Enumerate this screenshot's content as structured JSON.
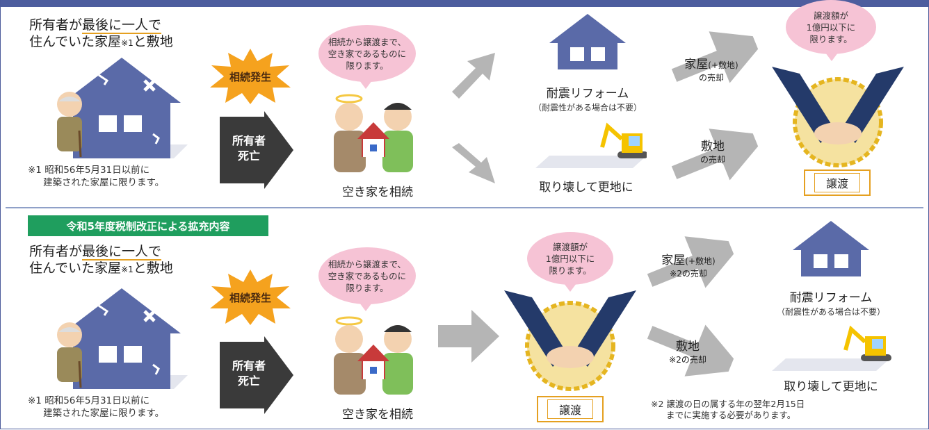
{
  "top": {
    "heading_line1_a": "所有者が",
    "heading_line1_b": "最後に一人で",
    "heading_line2_a": "住んでいた家屋",
    "heading_line2_note": "※1",
    "heading_line2_b": "と敷地",
    "burst_label": "相続発生",
    "arrow_label": "所有者\n死亡",
    "bubble_inherit": "相続から譲渡まで、\n空き家であるものに\n限ります。",
    "inherit_label": "空き家を相続",
    "note1_line1": "※1 昭和56年5月31日以前に",
    "note1_line2": "建築された家屋に限ります。",
    "reform_label": "耐震リフォーム",
    "reform_sub": "（耐震性がある場合は不要）",
    "demolish_label": "取り壊して更地に",
    "sell_house_big": "家屋",
    "sell_house_small": "(+敷地)",
    "sell_house_line2": "の売却",
    "sell_land_big": "敷地",
    "sell_land_line2": "の売却",
    "bubble_price": "譲渡額が\n1億円以下に\n限ります。",
    "transfer_label": "譲渡"
  },
  "bottom": {
    "section_title": "令和5年度税制改正による拡充内容",
    "heading_line1_a": "所有者が",
    "heading_line1_b": "最後に一人で",
    "heading_line2_a": "住んでいた家屋",
    "heading_line2_note": "※1",
    "heading_line2_b": "と敷地",
    "burst_label": "相続発生",
    "arrow_label": "所有者\n死亡",
    "bubble_inherit": "相続から譲渡まで、\n空き家であるものに\n限ります。",
    "inherit_label": "空き家を相続",
    "note1_line1": "※1 昭和56年5月31日以前に",
    "note1_line2": "建築された家屋に限ります。",
    "bubble_price": "譲渡額が\n1億円以下に\n限ります。",
    "transfer_label": "譲渡",
    "sell_house_big": "家屋",
    "sell_house_small": "(+敷地)",
    "sell_house_line2": "※2の売却",
    "sell_land_big": "敷地",
    "sell_land_line2": "※2の売却",
    "reform_label": "耐震リフォーム",
    "reform_sub": "（耐震性がある場合は不要）",
    "demolish_label": "取り壊して更地に",
    "note2_line1": "※2 譲渡の日の属する年の翌年2月15日",
    "note2_line2": "までに実施する必要があります。"
  },
  "colors": {
    "house": "#5a6aa8",
    "dark_arrow": "#3a3a3a",
    "burst": "#f5a21e",
    "bubble": "#f6c3d5",
    "gray_arrow": "#b5b5b5",
    "section_green": "#1f9e5e",
    "accent_orange": "#e5a020"
  },
  "icons": [
    "house-icon",
    "elderly-man-icon",
    "angel-handover-icon",
    "excavator-icon",
    "handshake-icon"
  ]
}
